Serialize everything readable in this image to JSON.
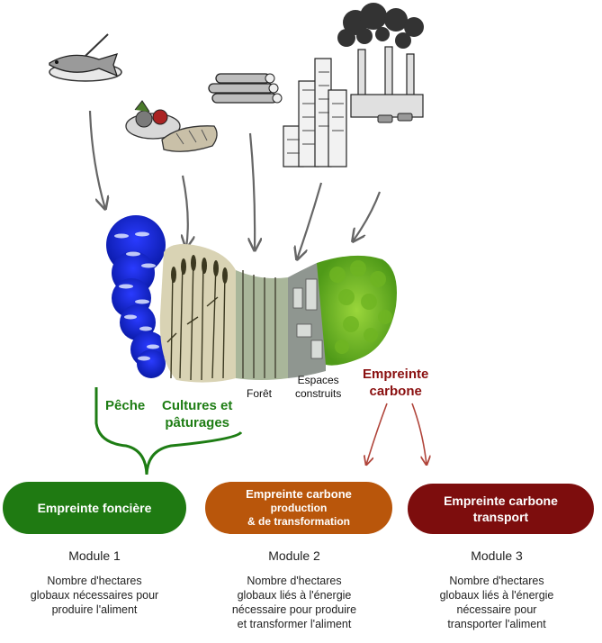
{
  "footprint_labels": {
    "peche": "Pêche",
    "cultures_1": "Cultures et",
    "cultures_2": "pâturages",
    "foret": "Forêt",
    "espaces_1": "Espaces",
    "espaces_2": "construits",
    "carbone_1": "Empreinte",
    "carbone_2": "carbone"
  },
  "pills": {
    "fonciere": "Empreinte foncière",
    "production_1": "Empreinte carbone",
    "production_2": "production",
    "production_3": "& de transformation",
    "transport_1": "Empreinte carbone",
    "transport_2": "transport"
  },
  "modules": [
    {
      "title": "Module 1",
      "line1": "Nombre d'hectares",
      "line2": "globaux nécessaires pour",
      "line3": "produire l'aliment",
      "line4": ""
    },
    {
      "title": "Module 2",
      "line1": "Nombre d'hectares",
      "line2": "globaux liés à l'énergie",
      "line3": "nécessaire pour produire",
      "line4": "et transformer l'aliment"
    },
    {
      "title": "Module 3",
      "line1": "Nombre d'hectares",
      "line2": "globaux liés à l'énergie",
      "line3": "nécessaire pour",
      "line4": "transporter l'aliment"
    }
  ],
  "colors": {
    "fonciere": "#1f7a12",
    "production": "#b9560b",
    "transport": "#7d0d0d",
    "label_green": "#1e7d14",
    "label_carbon": "#8a1010"
  }
}
